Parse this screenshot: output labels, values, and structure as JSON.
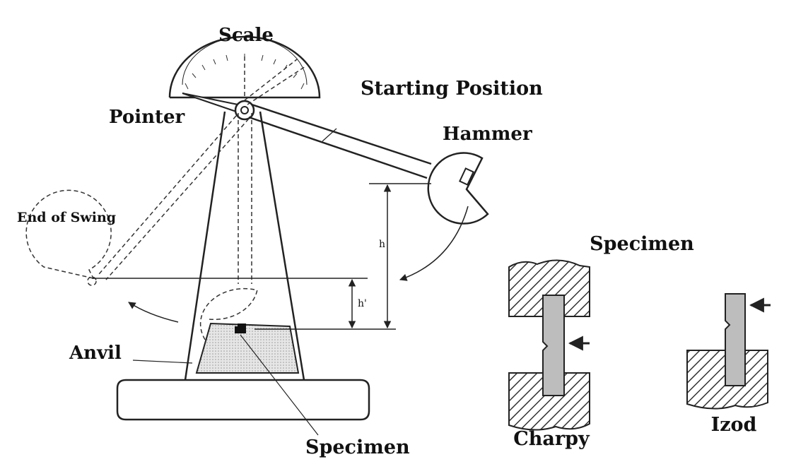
{
  "labels": {
    "scale": "Scale",
    "starting_position": "Starting Position",
    "pointer": "Pointer",
    "hammer": "Hammer",
    "end_of_swing": "End of Swing",
    "h": "h",
    "h_prime": "h'",
    "anvil": "Anvil",
    "specimen_bottom": "Specimen",
    "specimen_panel_title": "Specimen",
    "charpy": "Charpy",
    "izod": "Izod"
  },
  "colors": {
    "line": "#222222",
    "specimen_fill": "#bdbdbd",
    "anvil_fill": "#dcdcdc",
    "hatch": "#333333"
  }
}
